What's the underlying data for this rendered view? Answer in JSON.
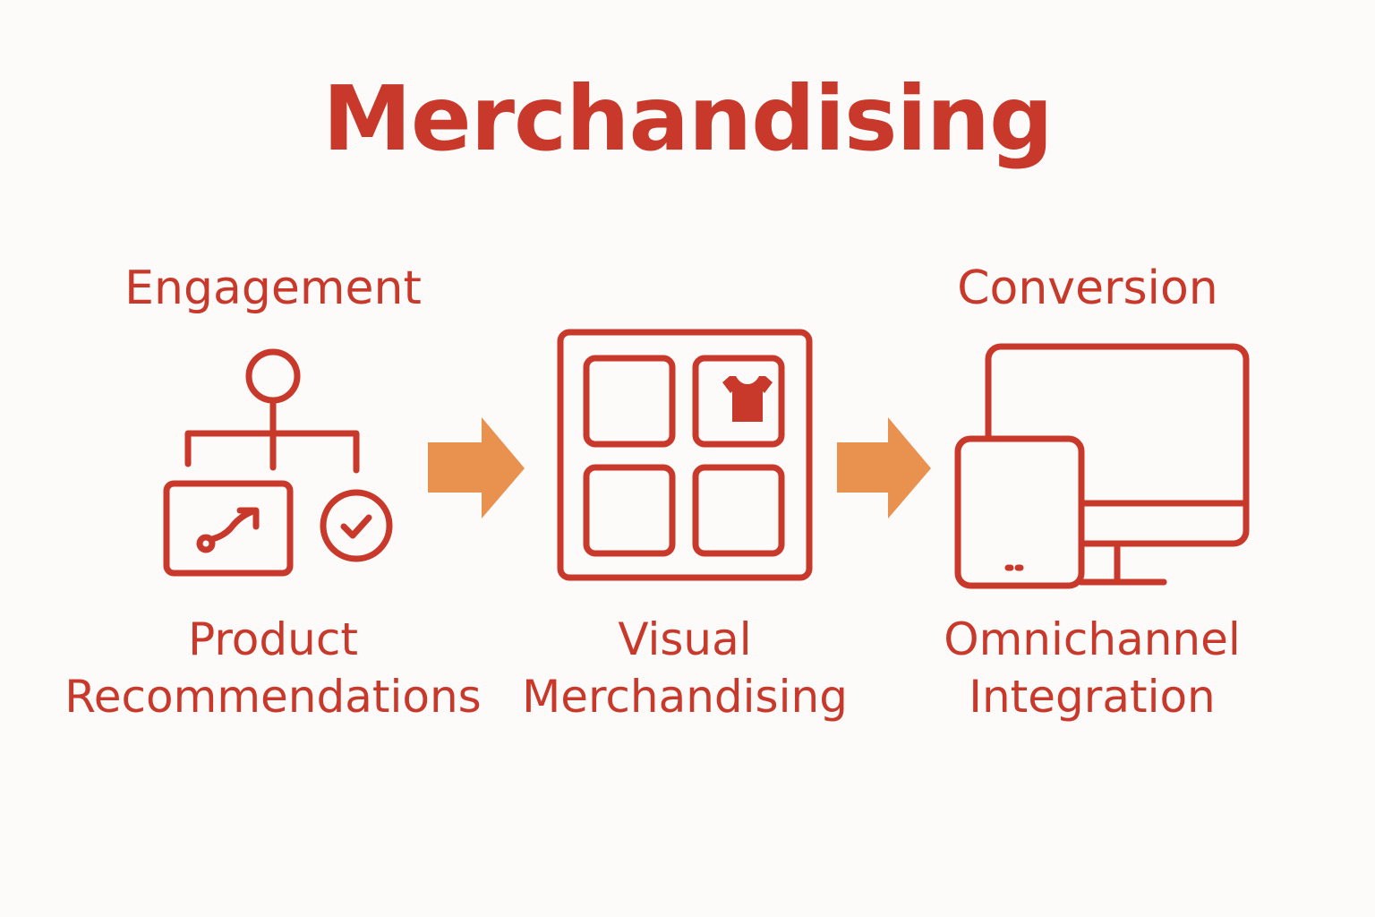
{
  "title": "Merchandising",
  "stages": [
    {
      "category": "Engagement",
      "label_line1": "Product",
      "label_line2": "Recommendations",
      "icon": "recommendation-tree-icon"
    },
    {
      "category": "",
      "label_line1": "Visual",
      "label_line2": "Merchandising",
      "icon": "product-grid-icon"
    },
    {
      "category": "Conversion",
      "label_line1": "Omnichannel",
      "label_line2": "Integration",
      "icon": "devices-icon"
    }
  ],
  "colors": {
    "primary": "#c8392b",
    "arrow": "#e9914f",
    "background": "#fdfbf9"
  }
}
